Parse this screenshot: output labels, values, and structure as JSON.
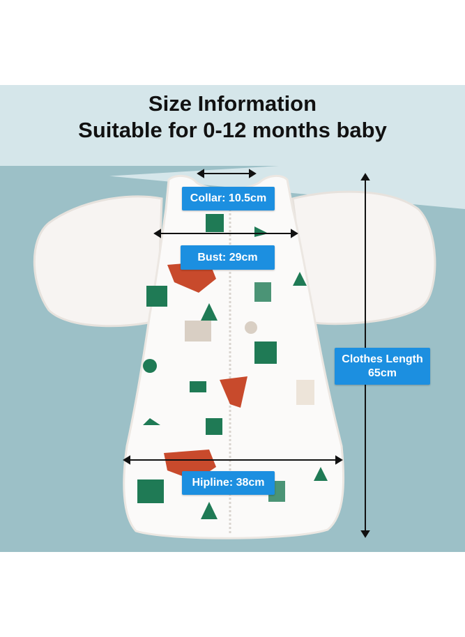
{
  "header": {
    "title_line_1": "Size Information",
    "title_line_2": "Suitable for 0-12 months baby"
  },
  "measurements": {
    "collar": "Collar: 10.5cm",
    "bust": "Bust: 29cm",
    "hipline": "Hipline: 38cm",
    "length_label": "Clothes Length",
    "length_value": "65cm"
  },
  "colors": {
    "background_teal": "#9cc0c7",
    "banner_light": "#d5e6ea",
    "label_blue": "#1c8fe0",
    "garment_white": "#fbfaf9",
    "print_red": "#c84a2c",
    "print_green": "#1f7a55"
  }
}
